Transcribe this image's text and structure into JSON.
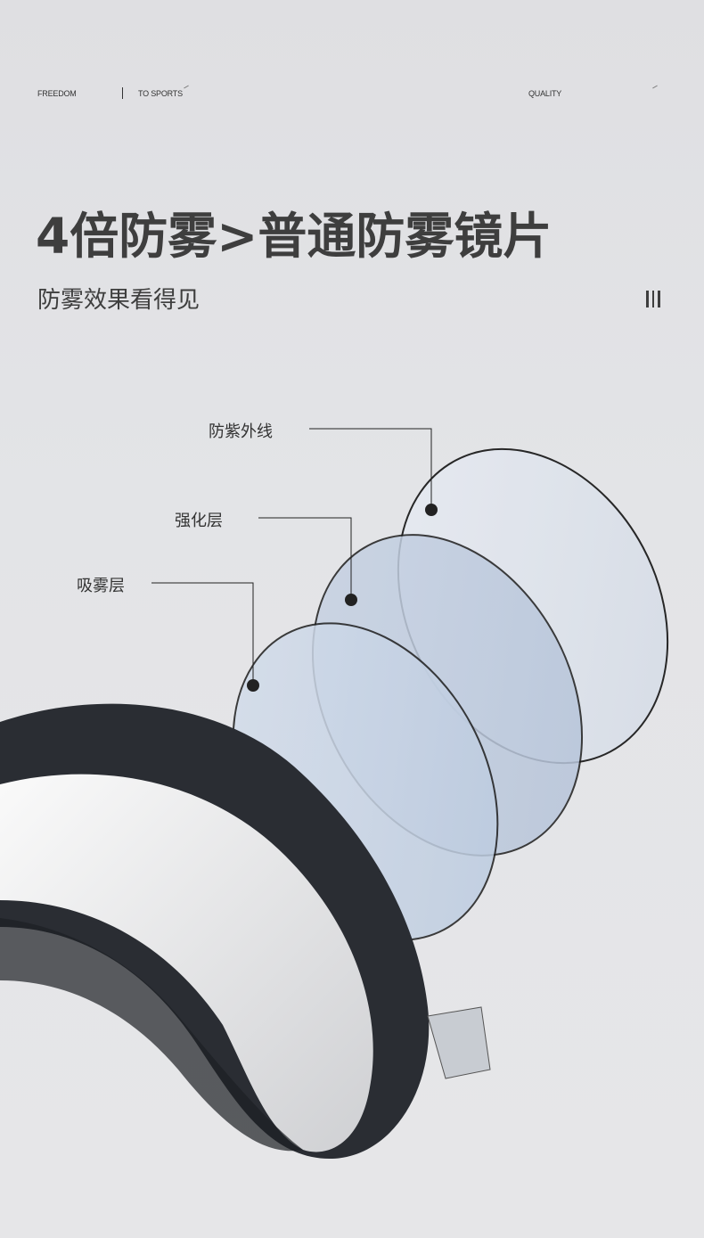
{
  "header": {
    "left1": "FREEDOM",
    "left2": "TO SPORTS",
    "right": "QUALITY"
  },
  "title": "4倍防雾>普通防雾镜片",
  "subtitle": "防雾效果看得见",
  "layers": [
    {
      "label": "防紫外线"
    },
    {
      "label": "强化层"
    },
    {
      "label": "吸雾层"
    }
  ],
  "colors": {
    "text": "#3e3e3e",
    "background": "#e2e3e6"
  }
}
